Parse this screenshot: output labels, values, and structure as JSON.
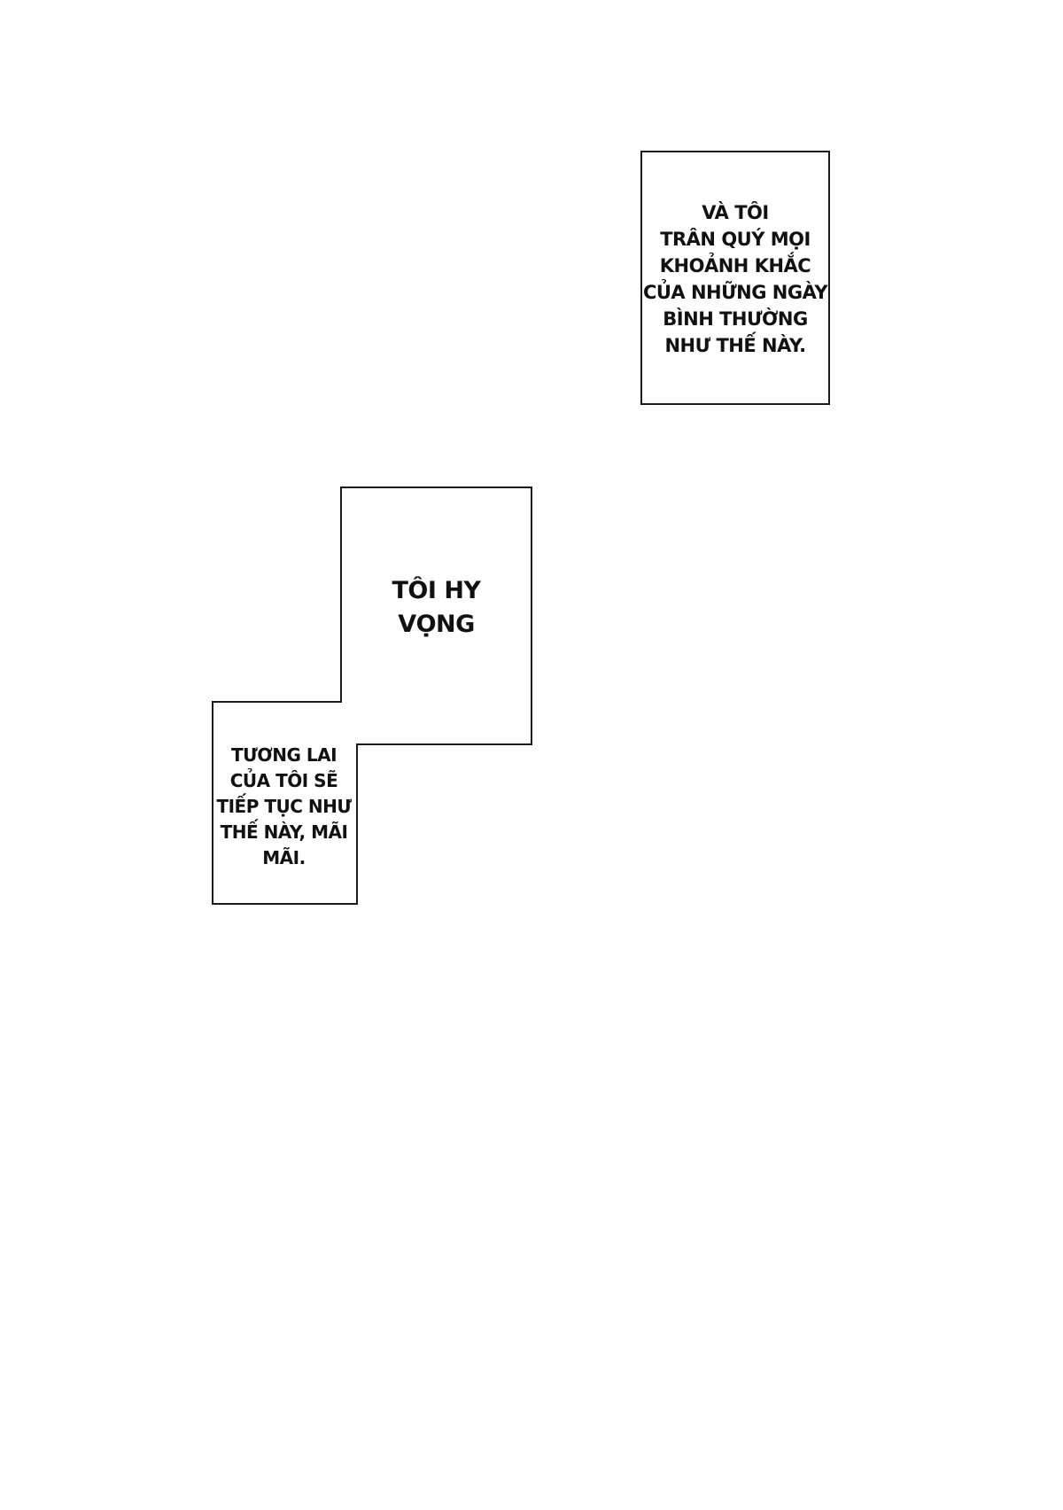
{
  "page": {
    "background": "#ffffff",
    "border_color": "#1a1a1a"
  },
  "captions": [
    {
      "text": "VÀ TÔI\nTRÂN QUÝ MỌI\nKHOẢNH KHẮC\nCỦA NHỮNG NGÀY\nBÌNH THƯỜNG\nNHƯ THẾ NÀY."
    },
    {
      "text": "TÔI HY\nVỌNG"
    },
    {
      "text": "TƯƠNG LAI\nCỦA TÔI SẼ\nTIẾP TỤC NHƯ\nTHẾ NÀY, MÃI\nMÃI."
    }
  ]
}
